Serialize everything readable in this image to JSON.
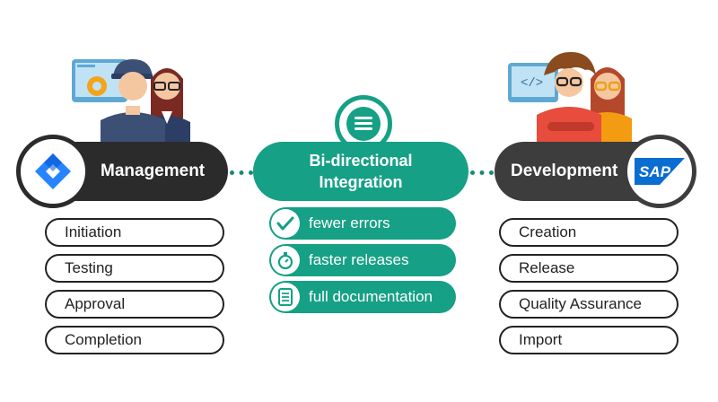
{
  "left": {
    "title": "Management",
    "items": [
      "Initiation",
      "Testing",
      "Approval",
      "Completion"
    ]
  },
  "center": {
    "title_line1": "Bi-directional",
    "title_line2": "Integration",
    "benefits": [
      {
        "label": "fewer errors",
        "icon": "check-icon"
      },
      {
        "label": "faster releases",
        "icon": "stopwatch-icon"
      },
      {
        "label": "full documentation",
        "icon": "document-list-icon"
      }
    ]
  },
  "right": {
    "title": "Development",
    "logo_text": "SAP",
    "items": [
      "Creation",
      "Release",
      "Quality Assurance",
      "Import"
    ]
  },
  "colors": {
    "green": "#16a085",
    "dark": "#2b2b2b",
    "jira_blue": "#2684ff",
    "sap_blue": "#0a6ed1"
  }
}
